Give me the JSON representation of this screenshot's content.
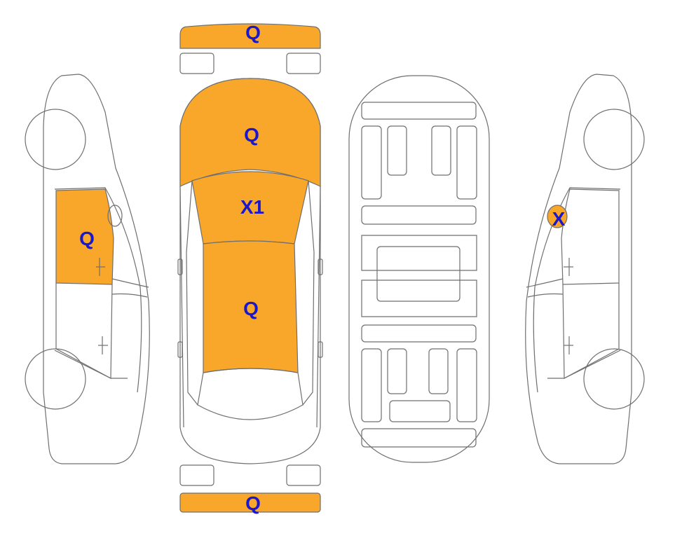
{
  "colors": {
    "damaged": "#F9A72B",
    "undamaged": "#FFFFFF",
    "outline": "#6F6F6F",
    "label": "#1A18C8"
  },
  "views": {
    "left_side": {
      "name": "left-side-view",
      "panels": [
        {
          "id": "left-rear-door",
          "label": "Q",
          "damaged": true
        }
      ]
    },
    "top": {
      "name": "top-view",
      "panels": [
        {
          "id": "front-bumper",
          "label": "Q",
          "damaged": true
        },
        {
          "id": "hood",
          "label": "Q",
          "damaged": true
        },
        {
          "id": "windshield",
          "label": "X1",
          "damaged": true
        },
        {
          "id": "roof",
          "label": "Q",
          "damaged": true
        },
        {
          "id": "rear-bumper",
          "label": "Q",
          "damaged": true
        }
      ]
    },
    "underside": {
      "name": "underside-view",
      "panels": []
    },
    "right_side": {
      "name": "right-side-view",
      "panels": [
        {
          "id": "right-mirror",
          "label": "X",
          "damaged": true
        }
      ]
    }
  }
}
